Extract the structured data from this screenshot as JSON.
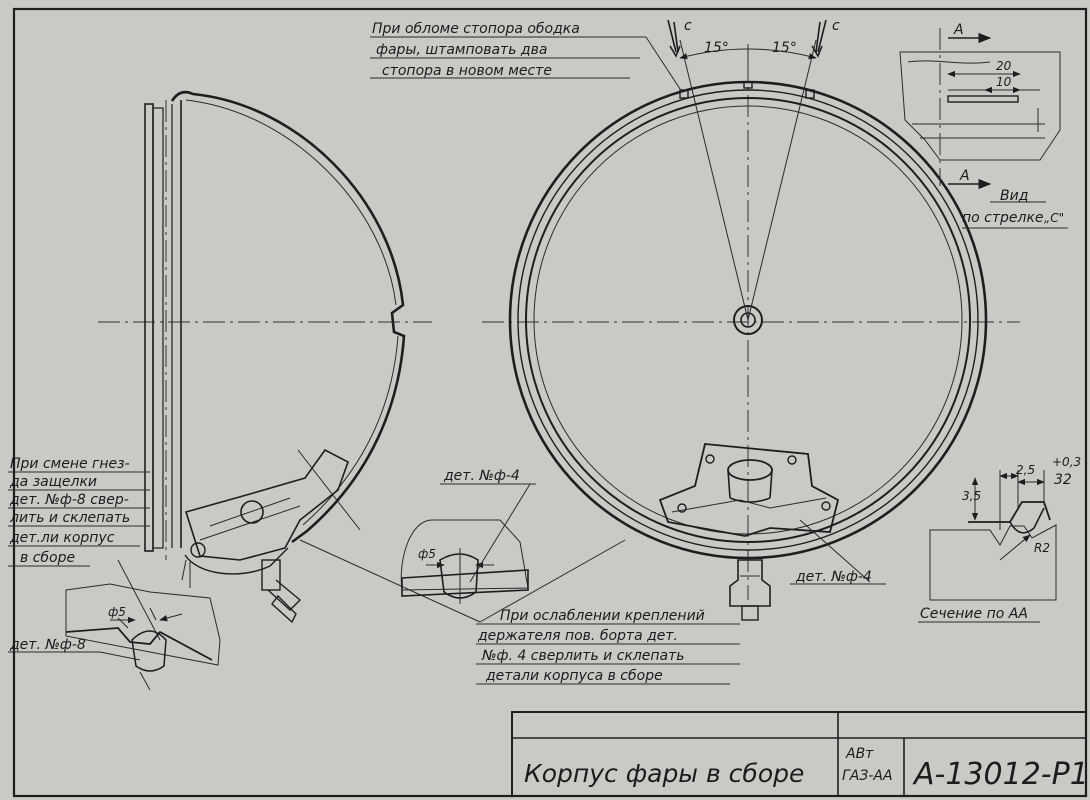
{
  "notes": {
    "top_center": [
      "При обломе стопора ободка",
      "фары, штамповать два",
      "стопора в новом месте"
    ],
    "left_top": [
      "При смене гнез-",
      "да защелки",
      "дет. №ф-8 свер-",
      "лить и склепать",
      "дет.ли корпус",
      "в сборе"
    ],
    "bottom_center": [
      "При ослаблении креплений",
      "держателя пов. борта дет.",
      "№ф. 4 сверлить и склепать",
      "детали корпуса в сборе"
    ]
  },
  "labels": {
    "det_f4_center": "дет. №ф-4",
    "det_f4_right": "дет. №ф-4",
    "det_f8": "дет. №ф-8",
    "phi5_center": "ф5",
    "phi5_left": "ф5",
    "angle_left": "15°",
    "angle_right": "15°",
    "arrow_c_left": "с",
    "arrow_c_right": "с",
    "view_a_top": "А",
    "view_a_bottom": "А",
    "view_label": [
      "Вид",
      "по стрелке",
      "„С\""
    ],
    "dim_20": "20",
    "dim_10": "10",
    "section_label": "Сечение по АА",
    "dim_3_5": "3,5",
    "dim_2_5": "2,5",
    "dim_32": "32",
    "tol_003": "+0,3",
    "dim_r2": "R2"
  },
  "title_block": {
    "name": "Корпус фары в сборе",
    "org": [
      "АВт",
      "ГАЗ-АА"
    ],
    "code": "А-13012-Р1"
  },
  "colors": {
    "paper": "#c9cac6",
    "ink": "#1e1e1e"
  }
}
